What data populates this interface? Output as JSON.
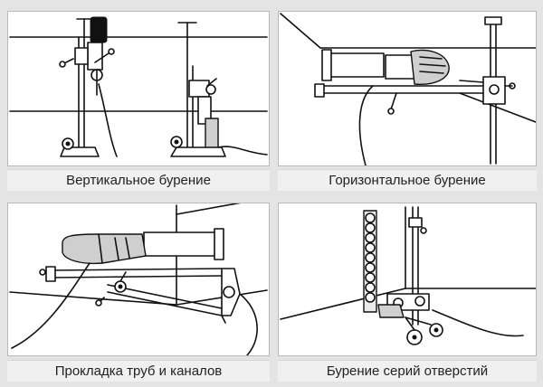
{
  "panels": [
    {
      "caption": "Вертикальное бурение"
    },
    {
      "caption": "Горизонтальное бурение"
    },
    {
      "caption": "Прокладка труб и каналов"
    },
    {
      "caption": "Бурение серий отверстий"
    }
  ]
}
